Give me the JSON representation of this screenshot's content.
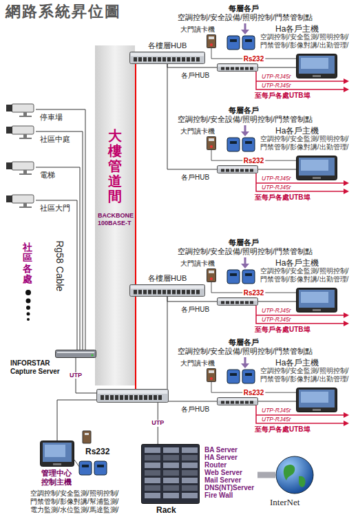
{
  "diagram": {
    "title": "網路系統昇位圖",
    "nodes": [
      {
        "text": [
          "大樓管道間",
          "BACKBONE 100BASE-T"
        ]
      },
      {
        "text": [
          "各樓層HUB"
        ]
      },
      {
        "text": [
          "各樓層HUB"
        ]
      },
      {
        "text": [
          "大門讀卡機"
        ]
      },
      {
        "text": [
          "各戶HUB"
        ]
      },
      {
        "text": [
          "Ha各戶主機",
          "空調控制/安全監測/照明控制/門禁管制/影像對講/出勤管理/"
        ]
      },
      {
        "text": [
          "大門讀卡機"
        ]
      },
      {
        "text": [
          "各戶HUB"
        ]
      },
      {
        "text": [
          "Ha各戶主機",
          "空調控制/安全監測/照明控制/門禁管制/影像對講/出勤管理/"
        ]
      },
      {
        "text": [
          "大門讀卡機"
        ]
      },
      {
        "text": [
          "各戶HUB"
        ]
      },
      {
        "text": [
          "Ha各戶主機",
          "空調控制/安全監測/照明控制/門禁管制/影像對講/出勤管理/"
        ]
      },
      {
        "text": [
          "大門讀卡機"
        ]
      },
      {
        "text": [
          "各戶HUB"
        ]
      },
      {
        "text": [
          "Ha各戶主機",
          "空調控制/安全監測/照明控制/門禁管制/影像對講/出勤管理/"
        ]
      },
      {
        "text": [
          "停車場"
        ]
      },
      {
        "text": [
          "社區中庭"
        ]
      },
      {
        "text": [
          "電梯"
        ]
      },
      {
        "text": [
          "社區大門"
        ]
      },
      {
        "text": [
          "INFORSTAR Capture Server"
        ]
      },
      {
        "text": []
      },
      {
        "text": [
          "BA Server",
          "HA Server",
          "Router",
          "Web Server",
          "Mail Server",
          "DNS(NT)Server",
          "Fire Wall",
          "Rack"
        ]
      },
      {
        "text": [
          "InterNet"
        ]
      },
      {
        "text": [
          "管理中心控制主機",
          "空調控制/安全監測/照明控制/門禁管制/影像對講/幫浦監測/電力監測/水位監測/馬達監測/"
        ]
      }
    ],
    "edges": [
      {
        "from": 15,
        "to": 19,
        "arrow": "none"
      },
      {
        "from": 16,
        "to": 19,
        "arrow": "none"
      },
      {
        "from": 17,
        "to": 19,
        "arrow": "none"
      },
      {
        "from": 18,
        "to": 19,
        "arrow": "none"
      },
      {
        "from": 19,
        "to": 20,
        "label": "UTP",
        "arrow": "none"
      },
      {
        "from": 20,
        "to": 1,
        "arrow": "none"
      },
      {
        "from": 20,
        "to": 2,
        "arrow": "none"
      },
      {
        "from": 1,
        "to": 4,
        "arrow": "none"
      },
      {
        "from": 1,
        "to": 7,
        "arrow": "none"
      },
      {
        "from": 2,
        "to": 10,
        "arrow": "none"
      },
      {
        "from": 2,
        "to": 13,
        "arrow": "none"
      },
      {
        "from": 4,
        "to": 5,
        "arrow": "none"
      },
      {
        "from": 7,
        "to": 8,
        "arrow": "none"
      },
      {
        "from": 10,
        "to": 11,
        "arrow": "none"
      },
      {
        "from": 13,
        "to": 14,
        "arrow": "none"
      },
      {
        "from": 3,
        "to": 5,
        "label": "Rs232",
        "arrow": "none"
      },
      {
        "from": 6,
        "to": 8,
        "label": "Rs232",
        "arrow": "none"
      },
      {
        "from": 9,
        "to": 11,
        "label": "Rs232",
        "arrow": "none"
      },
      {
        "from": 12,
        "to": 14,
        "label": "Rs232",
        "arrow": "none"
      },
      {
        "from": 20,
        "to": 21,
        "label": "UTP",
        "arrow": "none"
      },
      {
        "from": 20,
        "to": 23,
        "arrow": "none"
      },
      {
        "from": 21,
        "to": 22,
        "arrow": "to"
      }
    ],
    "labels": [
      "每層各戶",
      "空調控制/安全設備/照明控制/門禁管制點",
      "UTP-RJ45r",
      "UTP-RJ45r",
      "至每戶各處UTB埠",
      "每層各戶",
      "空調控制/安全設備/照明控制/門禁管制點",
      "UTP-RJ45r",
      "UTP-RJ45r",
      "至每戶各處UTB埠",
      "每層各戶",
      "空調控制/安全設備/照明控制/門禁管制點",
      "UTP-RJ45r",
      "UTP-RJ45r",
      "至每戶各處UTB埠",
      "每層各戶",
      "空調控制/安全設備/照明控制/門禁管制點",
      "UTP-RJ45r",
      "UTP-RJ45r",
      "至每戶各處UTB埠",
      "社區各處",
      "Rg58 Cable",
      "Rs232"
    ]
  }
}
